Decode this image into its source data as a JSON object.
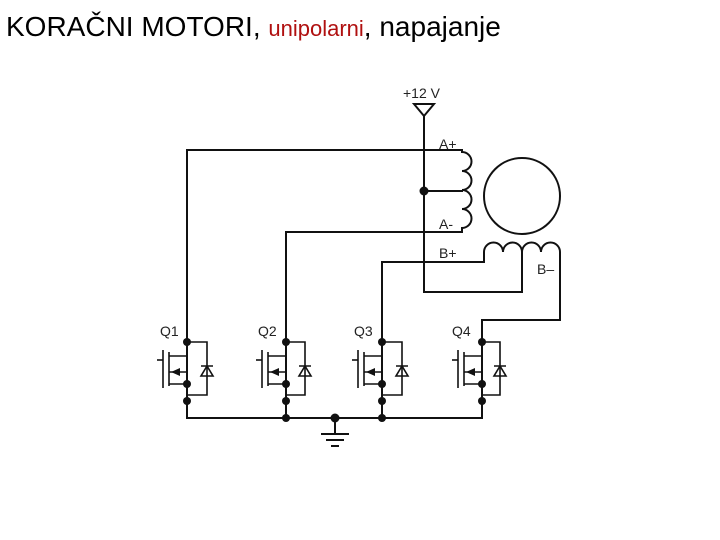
{
  "title": {
    "part1": "KORAČNI MOTORI, ",
    "part2": "unipolarni",
    "part3": ", napajanje",
    "accent_color": "#b01010",
    "text_color": "#000000"
  },
  "diagram": {
    "supply_label": "+12 V",
    "coil_labels": {
      "a_plus": "A+",
      "a_minus": "A-",
      "b_plus": "B+",
      "b_minus": "B–"
    },
    "transistor_labels": [
      "Q1",
      "Q2",
      "Q3",
      "Q4"
    ]
  }
}
